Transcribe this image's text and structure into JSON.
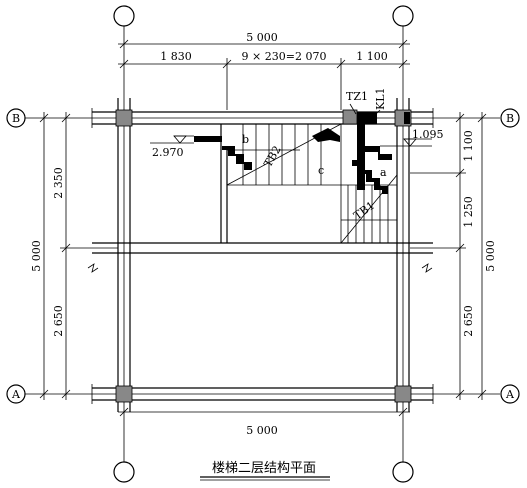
{
  "axes": {
    "top_left": "",
    "top_right": "",
    "bottom_left": "",
    "bottom_right": "",
    "left_b": "B",
    "left_a": "A",
    "right_b": "B",
    "right_a": "A"
  },
  "dims": {
    "top_total": "5 000",
    "top_seg1": "1 830",
    "top_seg2": "9 × 230=2 070",
    "top_seg3": "1 100",
    "bottom_total": "5 000",
    "left_total": "5 000",
    "left_upper": "2 350",
    "left_lower": "2 650",
    "right_total": "5 000",
    "right_seg1": "1 100",
    "right_seg2": "1 250",
    "right_seg3": "2 650"
  },
  "labels": {
    "tz1": "TZ1",
    "kl1": "KL1",
    "tb1": "TB1",
    "tb2": "TB2",
    "a": "a",
    "b": "b",
    "c": "c",
    "elev_left": "2.970",
    "elev_right": "1.095"
  },
  "title": "楼梯二层结构平面"
}
